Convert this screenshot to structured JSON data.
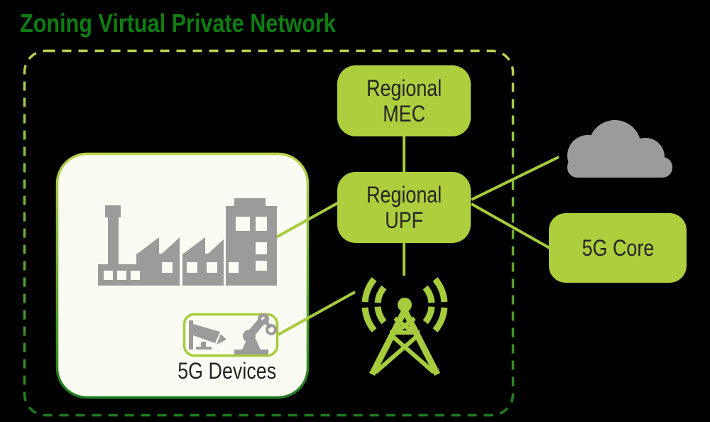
{
  "title": "Zoning Virtual Private Network",
  "nodes": {
    "regional_mec": {
      "label": "Regional\nMEC"
    },
    "regional_upf": {
      "label": "Regional\nUPF"
    },
    "core": {
      "label": "5G Core"
    },
    "devices": {
      "label": "5G Devices"
    }
  },
  "icons": {
    "factory": "factory-icon",
    "cloud": "cloud-icon",
    "cell_tower": "cell-tower-icon",
    "cctv_camera": "cctv-camera-icon",
    "robot_arm": "robot-arm-icon"
  },
  "colors": {
    "title_green": "#0E7D12",
    "node_fill_green": "#ADCE3D",
    "line_green": "#A6CC3D",
    "dash_gradient_top": "#BCD44E",
    "dash_gradient_bottom": "#1E7C1E",
    "icon_gray": "#9B9B9B",
    "device_box_fill": "#FAFBF2",
    "label_text": "#252525",
    "background": "#000000"
  }
}
